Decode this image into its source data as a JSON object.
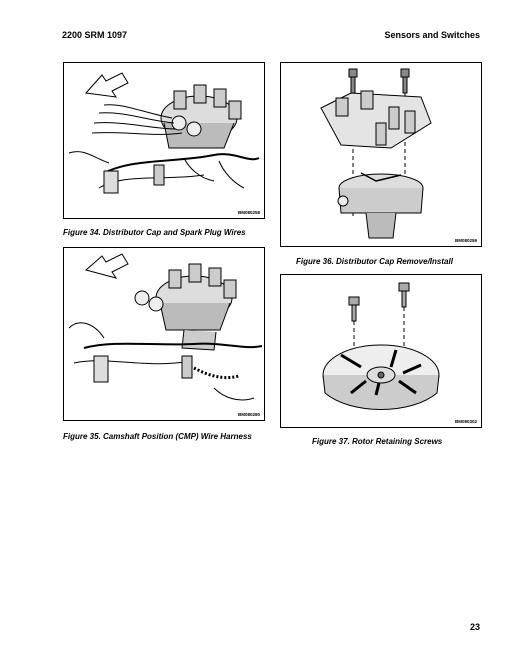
{
  "header": {
    "left": "2200 SRM 1097",
    "right": "Sensors and Switches"
  },
  "figures": {
    "fig34": {
      "caption": "Figure 34. Distributor Cap and Spark Plug Wires",
      "code": "BM080258"
    },
    "fig35": {
      "caption": "Figure 35. Camshaft Position (CMP) Wire Harness",
      "code": "BM080280"
    },
    "fig36": {
      "caption": "Figure 36. Distributor Cap Remove/Install",
      "code": "BM080259"
    },
    "fig37": {
      "caption": "Figure 37. Rotor Retaining Screws",
      "code": "BM080302"
    }
  },
  "footer": {
    "page_number": "23"
  }
}
